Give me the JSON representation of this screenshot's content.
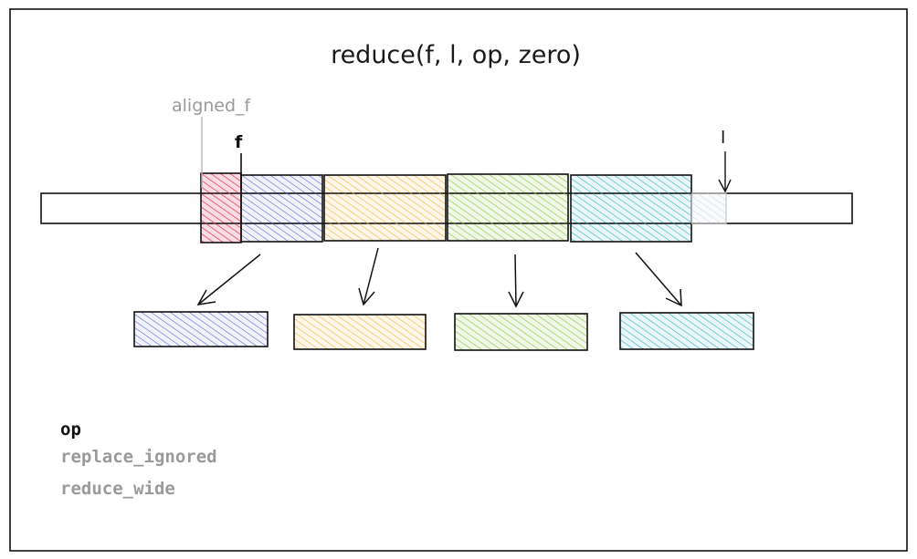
{
  "title": "reduce(f, l, op, zero)",
  "labels": {
    "aligned_f": "aligned_f",
    "f": "f",
    "l": "l"
  },
  "legend": {
    "op": "op",
    "replace_ignored": "replace_ignored",
    "reduce_wide": "reduce_wide"
  },
  "colors": {
    "frame": "#111111",
    "ignored": "#e0435f",
    "block_1": "#5a6ad8",
    "block_2": "#f2b84a",
    "block_3": "#8ccb46",
    "block_4": "#2fb2bd",
    "tail": "#c9d3e6",
    "aligned_label": "#9a9a9a",
    "legend_muted": "#9a9a9a"
  }
}
